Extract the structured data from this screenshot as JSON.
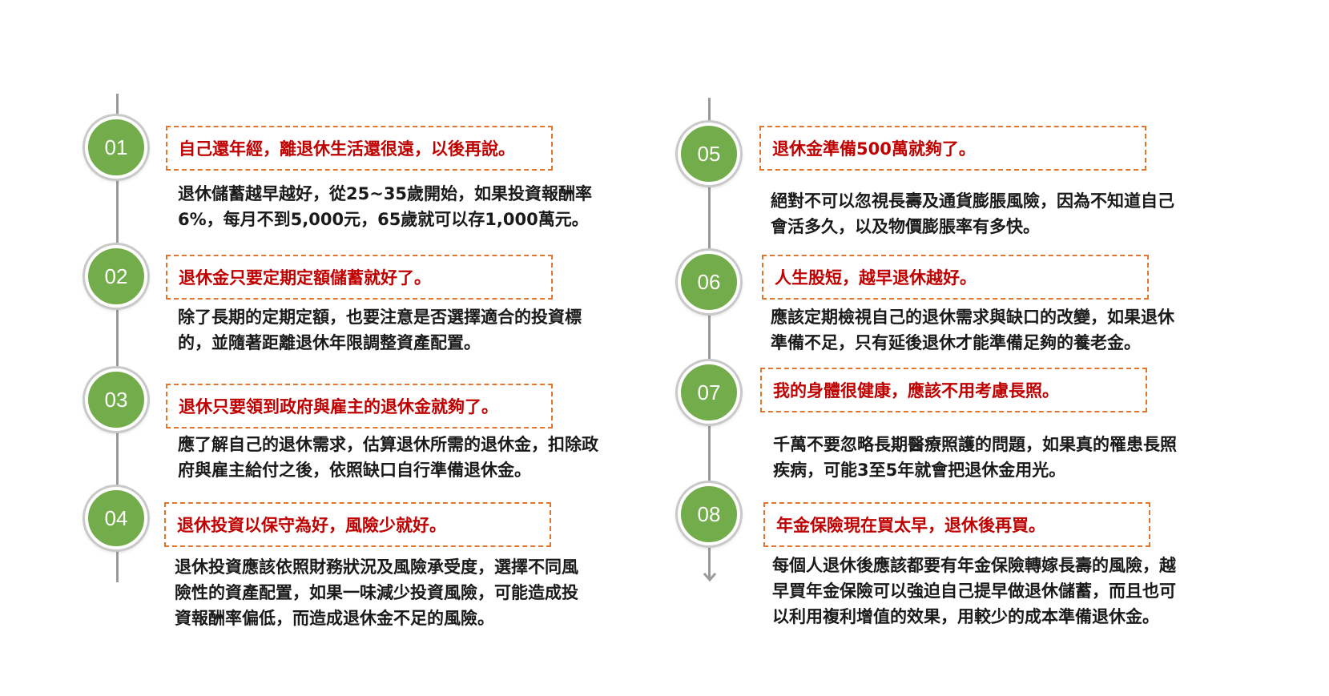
{
  "items": [
    {
      "num": "01",
      "myth": "自己還年經，離退休生活還很遠，以後再說。",
      "fact_lines": [
        "退休儲蓄越早越好，從25~35歲開始，如果投資報酬率",
        "6%，每月不到5,000元，65歲就可以存1,000萬元。"
      ]
    },
    {
      "num": "02",
      "myth": "退休金只要定期定額儲蓄就好了。",
      "fact_lines": [
        "除了長期的定期定額，也要注意是否選擇適合的投資標",
        "的，並隨著距離退休年限調整資產配置。"
      ]
    },
    {
      "num": "03",
      "myth": "退休只要領到政府與雇主的退休金就夠了。",
      "fact_lines": [
        "應了解自己的退休需求，估算退休所需的退休金，扣除政",
        "府與雇主給付之後，依照缺口自行準備退休金。"
      ]
    },
    {
      "num": "04",
      "myth": "退休投資以保守為好，風險少就好。",
      "fact_lines": [
        "退休投資應該依照財務狀況及風險承受度，選擇不同風",
        "險性的資產配置，如果一味減少投資風險，可能造成投",
        "資報酬率偏低，而造成退休金不足的風險。"
      ]
    },
    {
      "num": "05",
      "myth": "退休金準備500萬就夠了。",
      "fact_lines": [
        "絕對不可以忽視長壽及通貨膨脹風險，因為不知道自己",
        "會活多久，以及物價膨脹率有多快。"
      ]
    },
    {
      "num": "06",
      "myth": "人生股短，越早退休越好。",
      "fact_lines": [
        "應該定期檢視自己的退休需求與缺口的改變，如果退休",
        "準備不足，只有延後退休才能準備足夠的養老金。"
      ]
    },
    {
      "num": "07",
      "myth": "我的身體很健康，應該不用考慮長照。",
      "fact_lines": [
        "千萬不要忽略長期醫療照護的問題，如果真的罹患長照",
        "疾病，可能3至5年就會把退休金用光。"
      ]
    },
    {
      "num": "08",
      "myth": "年金保險現在買太早，退休後再買。",
      "fact_lines": [
        "每個人退休後應該都要有年金保險轉嫁長壽的風險，越",
        "早買年金保險可以強迫自己提早做退休儲蓄，而且也可",
        "以利用複利增值的效果，用較少的成本準備退休金。"
      ]
    }
  ],
  "colors": {
    "circle": "#72ac4b",
    "myth_text": "#c00000",
    "dash_border": "#e3762f",
    "line": "#9a9a9a"
  }
}
